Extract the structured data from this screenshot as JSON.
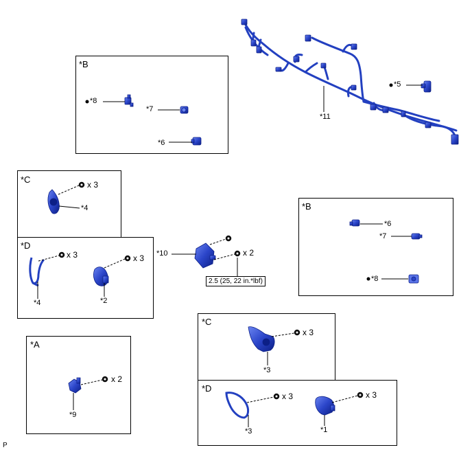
{
  "colors": {
    "part": "#2b45c9",
    "part_dark": "#0c1f86",
    "part_light": "#5a74e8",
    "line": "#000000"
  },
  "boxes": {
    "b_top": "*B",
    "c_left": "*C",
    "d_left": "*D",
    "b_right": "*B",
    "c_right": "*C",
    "d_right": "*D",
    "a_left": "*A"
  },
  "labels": {
    "p11": "*11",
    "p5": "*5",
    "p8_top": "*8",
    "p7_top": "*7",
    "p6_top": "*6",
    "p4_c": "*4",
    "p4_d": "*4",
    "p2": "*2",
    "p10": "*10",
    "p6_right": "*6",
    "p7_right": "*7",
    "p8_right": "*8",
    "p3_c": "*3",
    "p3_d": "*3",
    "p1": "*1",
    "p9": "*9"
  },
  "quantities": {
    "c_left": "x 3",
    "d_left_a": "x 3",
    "d_left_b": "x 3",
    "ecu": "x 2",
    "c_right": "x 3",
    "d_right_a": "x 3",
    "d_right_b": "x 3",
    "a_left": "x 2"
  },
  "torque": "2.5 (25, 22 in.*lbf)",
  "footer_code": "P"
}
